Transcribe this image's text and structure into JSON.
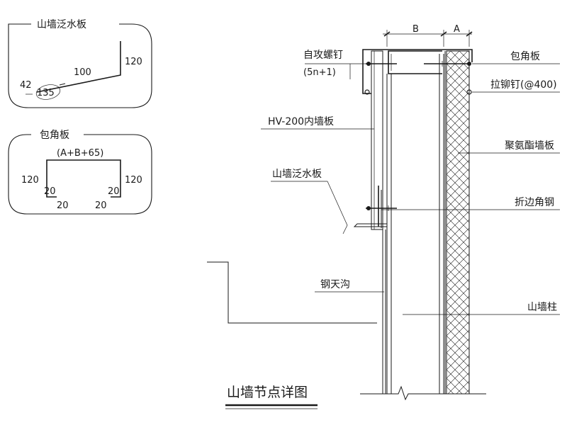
{
  "panel1": {
    "title": "山墙泛水板",
    "dim_vertical": "120",
    "dim_slope": "100",
    "dim_end": "42",
    "dim_angle": "135"
  },
  "panel2": {
    "title": "包角板",
    "dim_top": "(A+B+65)",
    "dim_left": "120",
    "dim_right": "120",
    "dim_left_inner": "20",
    "dim_right_inner": "20",
    "dim_left_bottom": "20",
    "dim_right_bottom": "20"
  },
  "dims": {
    "b": "B",
    "a": "A"
  },
  "labels": {
    "screw": "自攻螺钉",
    "screw_spacing": "(5n+1)",
    "corner": "包角板",
    "rivet": "拉铆钉(@400)",
    "inner_panel": "HV-200内墙板",
    "pu_panel": "聚氨酯墙板",
    "flashing": "山墙泛水板",
    "angle_steel": "折边角钢",
    "gutter": "钢天沟",
    "column": "山墙柱"
  },
  "title": "山墙节点详图"
}
